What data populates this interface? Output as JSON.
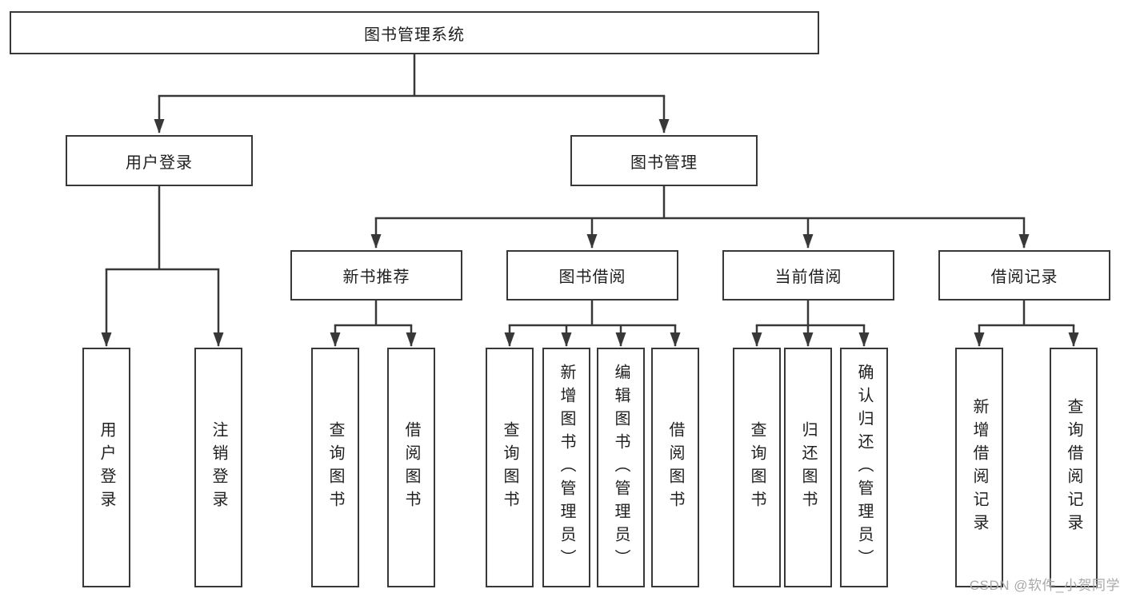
{
  "diagram_title": "图书管理系统",
  "watermark": "CSDN @软件_小贺同学",
  "colors": {
    "line": "#383838",
    "box_border": "#383838",
    "text": "#1f1f1f",
    "watermark_text": "#a9a9a9",
    "background": "#ffffff"
  },
  "tree": {
    "root": {
      "label": "图书管理系统"
    },
    "branches": [
      {
        "label": "用户登录",
        "children": [
          "用户登录",
          "注销登录"
        ]
      },
      {
        "label": "图书管理",
        "groups": [
          {
            "label": "新书推荐",
            "children": [
              "查询图书",
              "借阅图书"
            ]
          },
          {
            "label": "图书借阅",
            "children": [
              "查询图书",
              "新增图书（管理员）",
              "编辑图书（管理员）",
              "借阅图书"
            ]
          },
          {
            "label": "当前借阅",
            "children": [
              "查询图书",
              "归还图书",
              "确认归还（管理员）"
            ]
          },
          {
            "label": "借阅记录",
            "children": [
              "新增借阅记录",
              "查询借阅记录"
            ]
          }
        ]
      }
    ]
  }
}
